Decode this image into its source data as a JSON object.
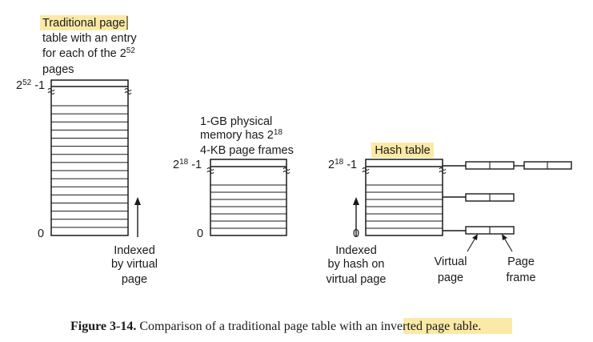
{
  "traditional": {
    "desc": [
      "Traditional page",
      "table with an entry",
      "for each of the 2",
      "pages"
    ],
    "desc_exp": "52",
    "top_label": "2",
    "top_exp": "52",
    "top_suffix": " -1",
    "bottom_label": "0",
    "indexed": [
      "Indexed",
      "by virtual",
      "page"
    ]
  },
  "physical": {
    "desc": [
      "1-GB physical",
      "memory has 2",
      "4-KB page frames"
    ],
    "desc_exp": "18",
    "top_label": "2",
    "top_exp": "18",
    "top_suffix": " -1",
    "bottom_label": "0"
  },
  "hashed": {
    "title": "Hash table",
    "top_label": "2",
    "top_exp": "18",
    "top_suffix": " -1",
    "bottom_label": "0",
    "indexed": [
      "Indexed",
      "by hash on",
      "virtual page"
    ],
    "virtual_label": [
      "Virtual",
      "page"
    ],
    "frame_label": [
      "Page",
      "frame"
    ]
  },
  "caption": {
    "fig": "Figure 3-14.",
    "text": " Comparison of a traditional page table with an ",
    "highlight": "inverted page table",
    "end": "."
  },
  "colors": {
    "highlight": "#fbe9a6",
    "ink": "#1a1a1a"
  }
}
